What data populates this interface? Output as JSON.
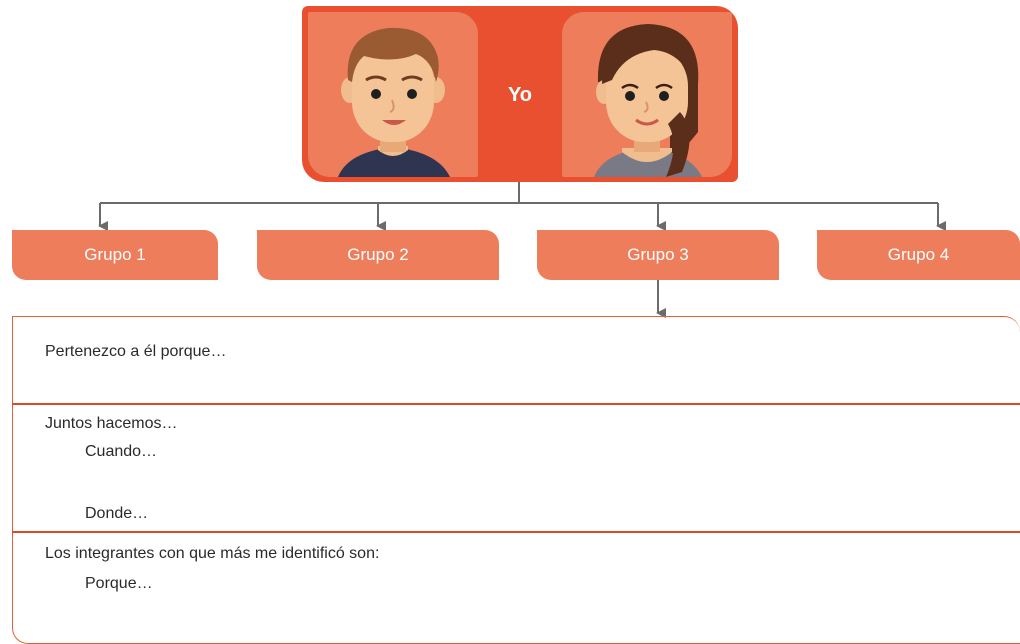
{
  "center": {
    "label": "Yo"
  },
  "groups": [
    {
      "label": "Grupo 1"
    },
    {
      "label": "Grupo 2"
    },
    {
      "label": "Grupo 3"
    },
    {
      "label": "Grupo 4"
    }
  ],
  "form": {
    "section1": {
      "prompt": "Pertenezco a él porque…"
    },
    "section2": {
      "prompt": "Juntos hacemos…",
      "when": "Cuando…",
      "where": "Donde…"
    },
    "section3": {
      "prompt": "Los integrantes con que más me identificó son:",
      "why": "Porque…"
    }
  },
  "colors": {
    "primary": "#e8502f",
    "secondary": "#ee7d5c",
    "connector": "#6b6b6b"
  }
}
